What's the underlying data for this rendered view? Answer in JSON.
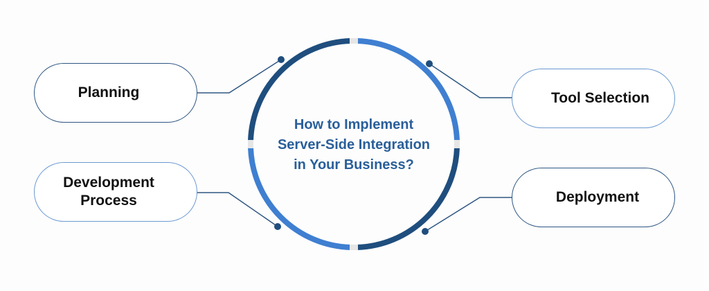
{
  "center": {
    "title_line1": "How to Implement",
    "title_line2": "Server-Side Integration",
    "title_line3": "in Your Business?"
  },
  "nodes": [
    {
      "id": "planning",
      "label": "Planning",
      "position": "top-left"
    },
    {
      "id": "development-process",
      "label_line1": "Development",
      "label_line2": "Process",
      "position": "bottom-left"
    },
    {
      "id": "tool-selection",
      "label": "Tool Selection",
      "position": "top-right"
    },
    {
      "id": "deployment",
      "label": "Deployment",
      "position": "bottom-right"
    }
  ],
  "colors": {
    "dark_blue": "#1f4e7e",
    "light_blue": "#3f7fd1",
    "gap_grey": "#e6e6e6",
    "title_blue": "#2a5f9a",
    "text": "#111111"
  }
}
